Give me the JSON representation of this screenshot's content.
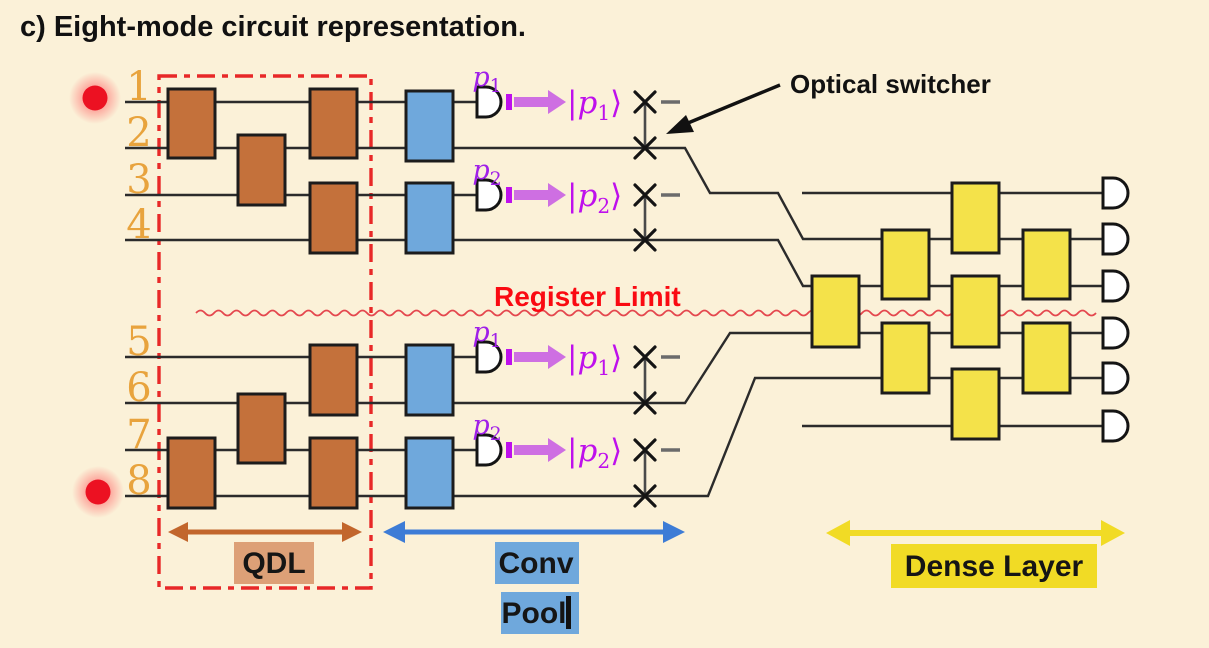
{
  "title": "c) Eight-mode circuit representation.",
  "mode_labels": [
    "1",
    "2",
    "3",
    "4",
    "5",
    "6",
    "7",
    "8"
  ],
  "measure": {
    "ket_open": "|",
    "ket_close": "⟩",
    "vars": [
      "p",
      "p"
    ],
    "subs": [
      "1",
      "2"
    ]
  },
  "annotations": {
    "register_limit": "Register Limit",
    "optical_switcher": "Optical switcher"
  },
  "layers": {
    "qdl": {
      "label": "QDL"
    },
    "conv": {
      "label_line1": "Conv",
      "label_line2": "Pool"
    },
    "dense": {
      "label": "Dense Layer"
    }
  },
  "colors": {
    "background": "#FBF1D8",
    "qdl_block": "#C4713B",
    "conv_block": "#6FA8DC",
    "dense_block": "#F4E24A",
    "mode_number": "#E8A33D",
    "photon_dot": "#EC1122",
    "register_red": "#FA0A12",
    "dashed_red": "#E82828",
    "probe_purple": "#A020E8",
    "ket_magenta": "#BE10EC",
    "arrow_orchid": "#CE6FE2",
    "wire": "#2B2B2B",
    "qdl_accent": "#C2662C",
    "conv_accent": "#3D7CD6",
    "dense_accent": "#F1DB25",
    "qdl_label_bg": "#DDA077",
    "conv_label_bg": "#6FA8DC",
    "dense_label_bg": "#F1DB25"
  },
  "structure": {
    "qdl_blocks": 8,
    "conv_blocks": 4,
    "dense_blocks": 8,
    "conv_detectors": 4,
    "output_detectors": 6,
    "optical_switchers": 4,
    "input_photon_modes": [
      1,
      8
    ]
  }
}
